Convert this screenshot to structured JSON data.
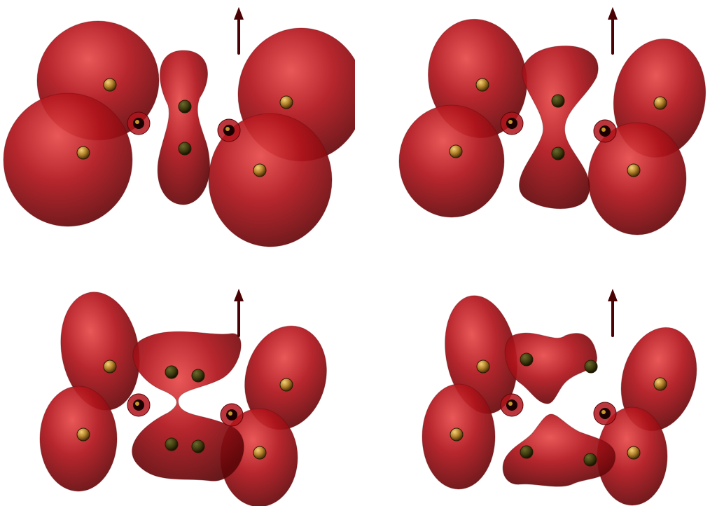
{
  "figure": {
    "background": "#ffffff",
    "colors": {
      "isosurface": "#b0141b",
      "isosurface_light": "#e84a4a",
      "isosurface_dark": "#5a0508",
      "atom_bronze": "#b8862e",
      "atom_dark": "#3d3a10",
      "arrow": "#4a0204"
    },
    "panels": [
      {
        "id": "top-left",
        "variant": "large-lobes",
        "arrow": true
      },
      {
        "id": "top-right",
        "variant": "pinched-center",
        "arrow": true
      },
      {
        "id": "bottom-left",
        "variant": "connected-bonds",
        "arrow": true
      },
      {
        "id": "bottom-right",
        "variant": "separated-bonds",
        "arrow": true
      }
    ]
  }
}
